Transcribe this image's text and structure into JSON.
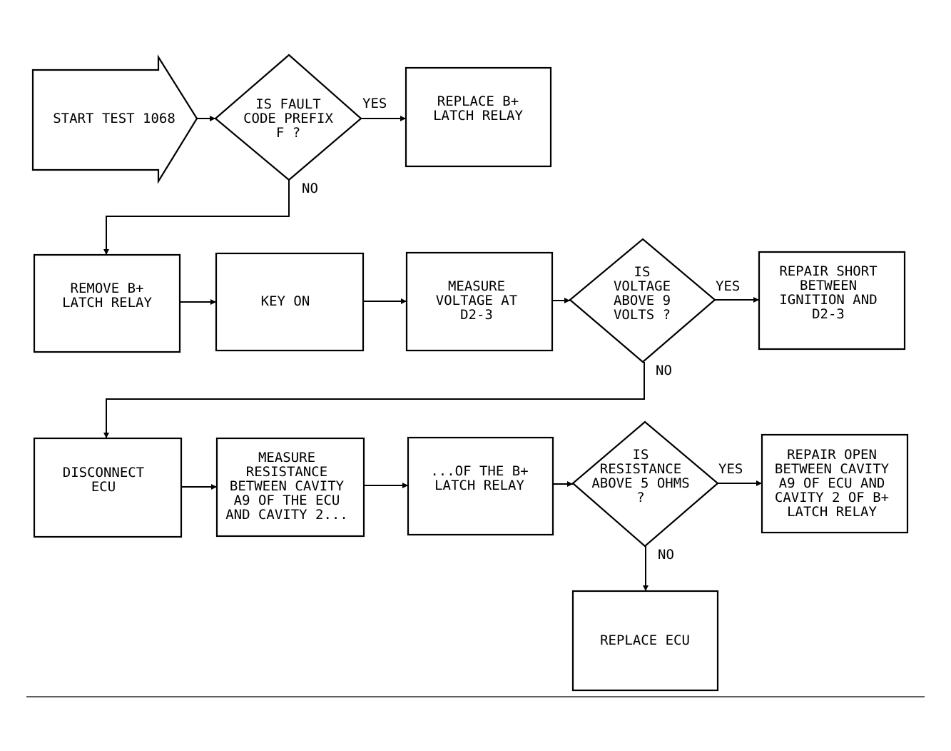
{
  "nodes": {
    "start": [
      "START TEST 1068"
    ],
    "q_prefix": [
      "IS FAULT",
      "CODE PREFIX",
      "F ?"
    ],
    "replace_relay": [
      "REPLACE B+",
      "LATCH RELAY"
    ],
    "remove_relay": [
      "REMOVE B+",
      "LATCH RELAY"
    ],
    "key_on": [
      "KEY ON"
    ],
    "measure_voltage": [
      "MEASURE",
      "VOLTAGE AT",
      "D2-3"
    ],
    "q_voltage": [
      "IS",
      "VOLTAGE",
      "ABOVE 9",
      "VOLTS ?"
    ],
    "repair_short": [
      "REPAIR SHORT",
      "BETWEEN",
      "IGNITION AND",
      "D2-3"
    ],
    "disconnect_ecu": [
      "DISCONNECT",
      "ECU"
    ],
    "measure_resistance": [
      "MEASURE",
      "RESISTANCE",
      "BETWEEN CAVITY",
      "A9 OF THE ECU",
      "AND CAVITY 2..."
    ],
    "of_relay": [
      "...OF THE B+",
      "LATCH RELAY"
    ],
    "q_resistance": [
      "IS",
      "RESISTANCE",
      "ABOVE 5 OHMS",
      "?"
    ],
    "repair_open": [
      "REPAIR OPEN",
      "BETWEEN CAVITY",
      "A9 OF ECU AND",
      "CAVITY 2 OF B+",
      "LATCH RELAY"
    ],
    "replace_ecu": [
      "REPLACE ECU"
    ]
  },
  "labels": {
    "yes_1": "YES",
    "no_1": "NO",
    "yes_2": "YES",
    "no_2": "NO",
    "yes_3": "YES",
    "no_3": "NO"
  },
  "colors": {
    "stroke": "#000000",
    "background": "#ffffff"
  }
}
